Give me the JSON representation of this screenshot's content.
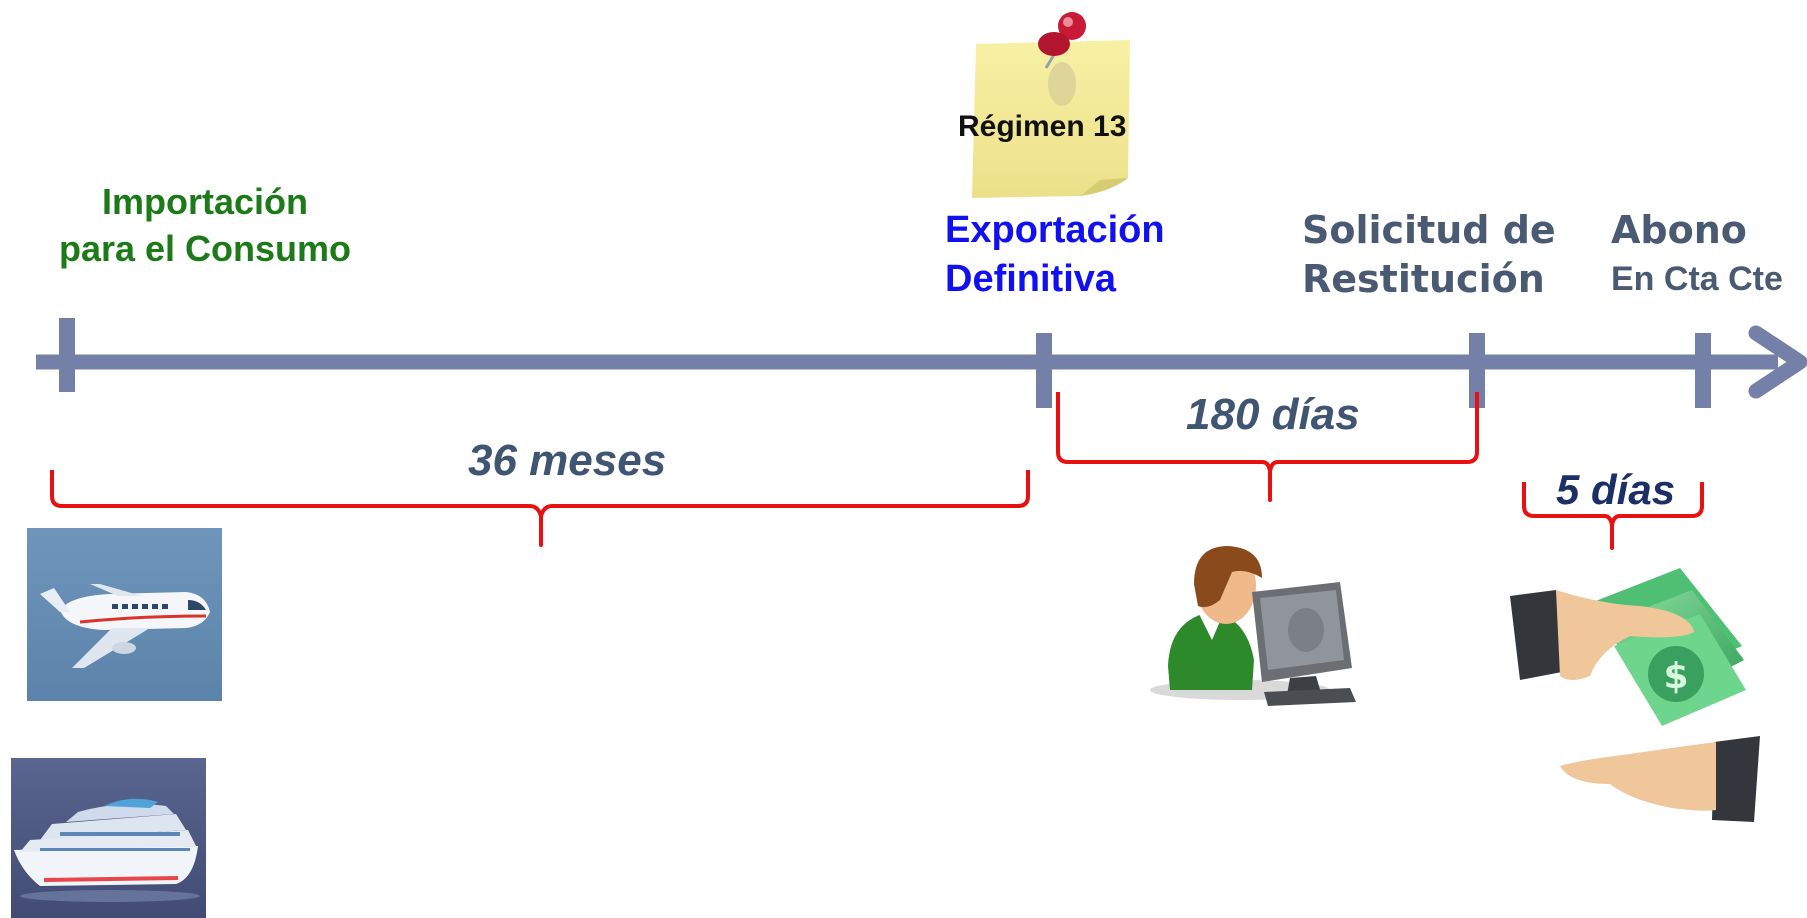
{
  "timeline": {
    "events": [
      {
        "id": "importacion",
        "lines": [
          "Importación",
          "para el Consumo"
        ],
        "color": "#1d7a18"
      },
      {
        "id": "exportacion",
        "lines": [
          "Exportación",
          "Definitiva"
        ],
        "color": "#1010f0"
      },
      {
        "id": "solicitud",
        "lines": [
          "Solicitud de",
          "Restitución"
        ],
        "color": "#4a5a72"
      },
      {
        "id": "abono",
        "lines": [
          "Abono",
          "En Cta Cte"
        ],
        "color": "#4a5a72"
      }
    ],
    "note": {
      "text": "Régimen 13",
      "icon": "pushpin-icon"
    },
    "periods": [
      {
        "label": "36 meses"
      },
      {
        "label": "180 días"
      },
      {
        "label": "5 días"
      }
    ],
    "axis_color": "#7480a8",
    "brace_color": "#e81010"
  },
  "pictures": {
    "airplane": "airplane-icon",
    "ship": "cruise-ship-icon",
    "operator": "person-at-computer-icon",
    "money": "money-exchange-hands-icon"
  }
}
